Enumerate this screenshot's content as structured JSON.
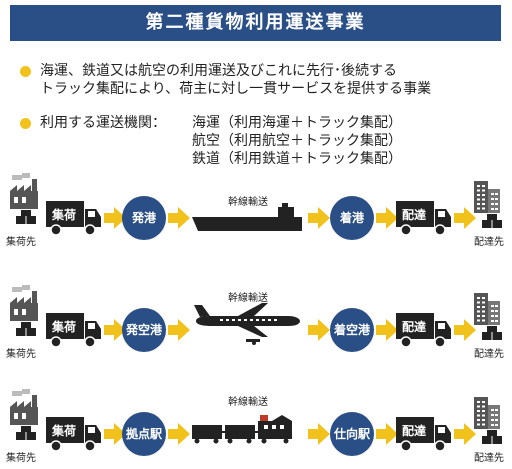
{
  "title": "第二種貨物利用運送事業",
  "bullets": {
    "line1": "海運、鉄道又は航空の利用運送及びこれに先行･後続する",
    "line2": "トラック集配により、荷主に対し一貫サービスを提供する事業",
    "modes_label": "利用する運送機関：",
    "mode1": "海運（利用海運＋トラック集配）",
    "mode2": "航空（利用航空＋トラック集配）",
    "mode3": "鉄道（利用鉄道＋トラック集配）"
  },
  "rows": [
    {
      "origin_label": "集荷先",
      "pickup_label": "集荷",
      "start_label": "発港",
      "trunk_label": "幹線輸送",
      "end_label": "着港",
      "delivery_label": "配達",
      "dest_label": "配達先",
      "vehicle": "ship-icon"
    },
    {
      "origin_label": "集荷先",
      "pickup_label": "集荷",
      "start_label": "発空港",
      "trunk_label": "幹線輸送",
      "end_label": "着空港",
      "delivery_label": "配達",
      "dest_label": "配達先",
      "vehicle": "airplane-icon"
    },
    {
      "origin_label": "集荷先",
      "pickup_label": "集荷",
      "start_label": "拠点駅",
      "trunk_label": "幹線輸送",
      "end_label": "仕向駅",
      "delivery_label": "配達",
      "dest_label": "配達先",
      "vehicle": "train-icon"
    }
  ],
  "colors": {
    "accent": "#2a4f86",
    "arrow": "#f1c21b",
    "dark": "#222222"
  }
}
